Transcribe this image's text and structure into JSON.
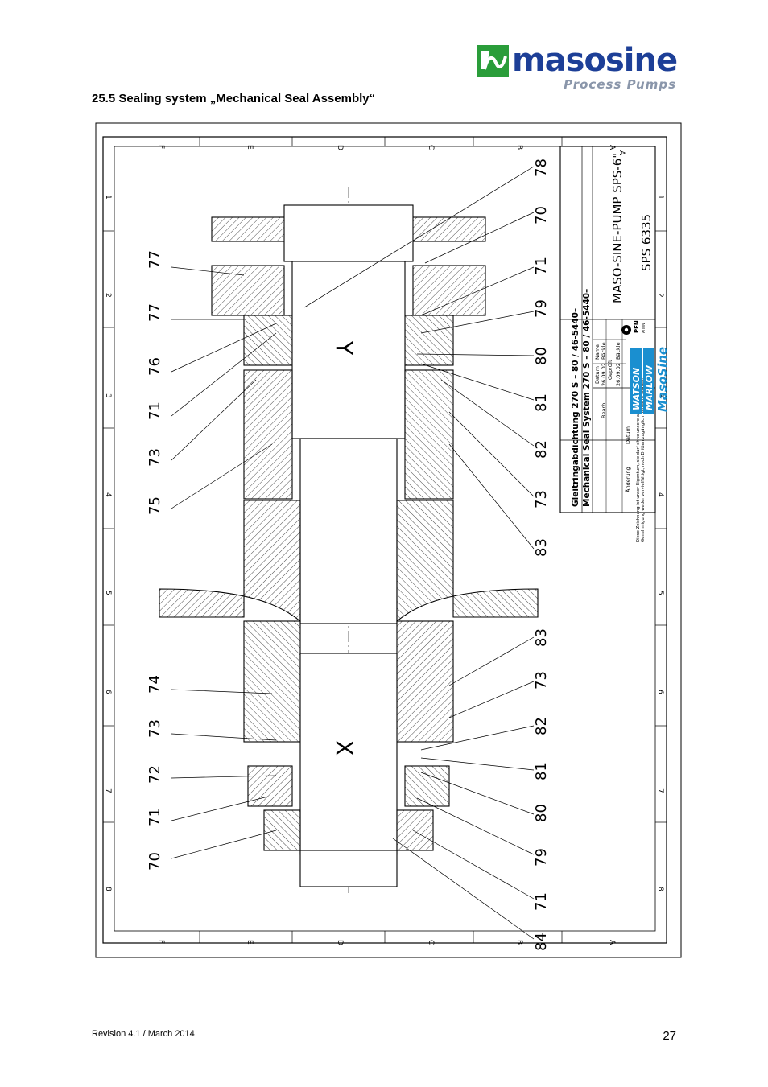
{
  "header": {
    "logo_name": "masosine",
    "logo_tagline": "Process Pumps",
    "brand_color": "#1d3f97",
    "accent_color": "#2a9d3a"
  },
  "section_heading": "25.5   Sealing system „Mechanical Seal Assembly“",
  "drawing": {
    "zone_letters": [
      "F",
      "E",
      "D",
      "C",
      "B",
      "A"
    ],
    "zone_numbers": [
      "1",
      "2",
      "3",
      "4",
      "5",
      "6",
      "7",
      "8"
    ],
    "section_labels": [
      "Y",
      "X"
    ],
    "part_numbers_left": [
      "77",
      "77",
      "76",
      "71",
      "73",
      "75",
      "74",
      "73",
      "72",
      "71",
      "70"
    ],
    "part_numbers_right": [
      "78",
      "70",
      "71",
      "79",
      "80",
      "81",
      "82",
      "73",
      "83",
      "83",
      "73",
      "82",
      "81",
      "80",
      "79",
      "71",
      "84"
    ],
    "title_block": {
      "title_de": "Gleitringabdichtung  270 S – 80 / 46-5440–",
      "title_en": "Mechanical Seal System 270 S – 80 / 46-5440–",
      "product": "MASO-SINE-PUMP SPS-6\"",
      "drawing_number": "SPS 6335",
      "datum_label": "Datum",
      "name_label": "Name",
      "bearb_label": "Bearb.",
      "bearb_date": "26.09.02",
      "bearb_name": "Bäckle",
      "gepruft_label": "Geprüft",
      "gepruft_date": "26.09.02",
      "gepruft_name": "Bäckle",
      "anderung_label": "Änderung",
      "datum2_label": "Datum",
      "note": "Diese Zeichnung ist unser Eigentum, sie darf ohne unsere ausdrückliche, schriftliche Genehmigung weder vervielfältigt, noch Dritten zugänglich gemacht werden.",
      "brand_1": "WATSON",
      "brand_2": "MARLOW",
      "brand_3": "MasoSine",
      "pen_mark": "PEN",
      "pen_sub": "ATION"
    },
    "revision_letter": "A"
  },
  "footer": {
    "revision": "Revision 4.1 / March 2014",
    "page_number": "27"
  }
}
